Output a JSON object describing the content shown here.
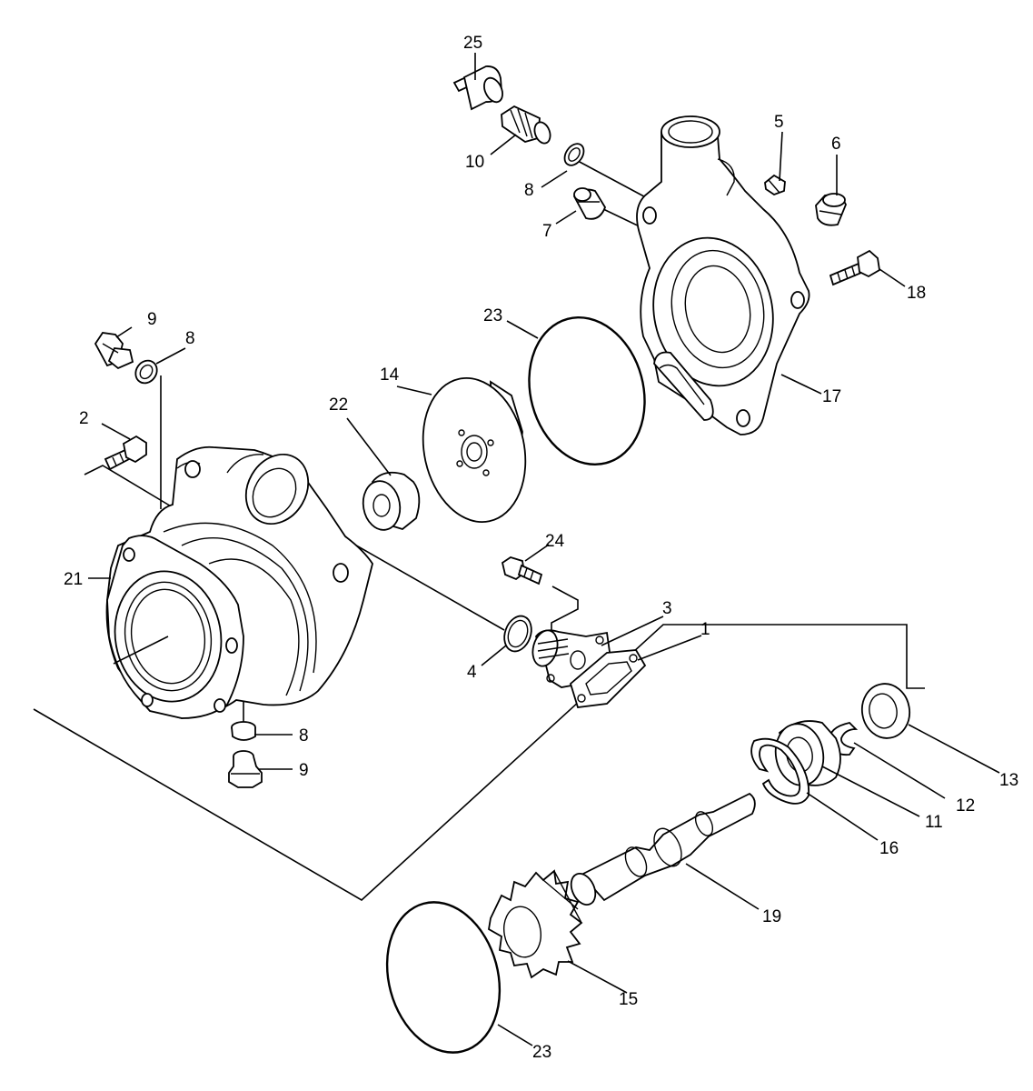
{
  "callouts": [
    {
      "key": "c25",
      "text": "25"
    },
    {
      "key": "c10",
      "text": "10"
    },
    {
      "key": "c8a",
      "text": "8"
    },
    {
      "key": "c5",
      "text": "5"
    },
    {
      "key": "c6",
      "text": "6"
    },
    {
      "key": "c7",
      "text": "7"
    },
    {
      "key": "c18",
      "text": "18"
    },
    {
      "key": "c23a",
      "text": "23"
    },
    {
      "key": "c17",
      "text": "17"
    },
    {
      "key": "c9a",
      "text": "9"
    },
    {
      "key": "c8b",
      "text": "8"
    },
    {
      "key": "c14",
      "text": "14"
    },
    {
      "key": "c22",
      "text": "22"
    },
    {
      "key": "c2",
      "text": "2"
    },
    {
      "key": "c21",
      "text": "21"
    },
    {
      "key": "c24",
      "text": "24"
    },
    {
      "key": "c3",
      "text": "3"
    },
    {
      "key": "c1",
      "text": "1"
    },
    {
      "key": "c4",
      "text": "4"
    },
    {
      "key": "c8c",
      "text": "8"
    },
    {
      "key": "c9b",
      "text": "9"
    },
    {
      "key": "c13",
      "text": "13"
    },
    {
      "key": "c12",
      "text": "12"
    },
    {
      "key": "c11",
      "text": "11"
    },
    {
      "key": "c16",
      "text": "16"
    },
    {
      "key": "c19",
      "text": "19"
    },
    {
      "key": "c15",
      "text": "15"
    },
    {
      "key": "c23b",
      "text": "23"
    }
  ]
}
